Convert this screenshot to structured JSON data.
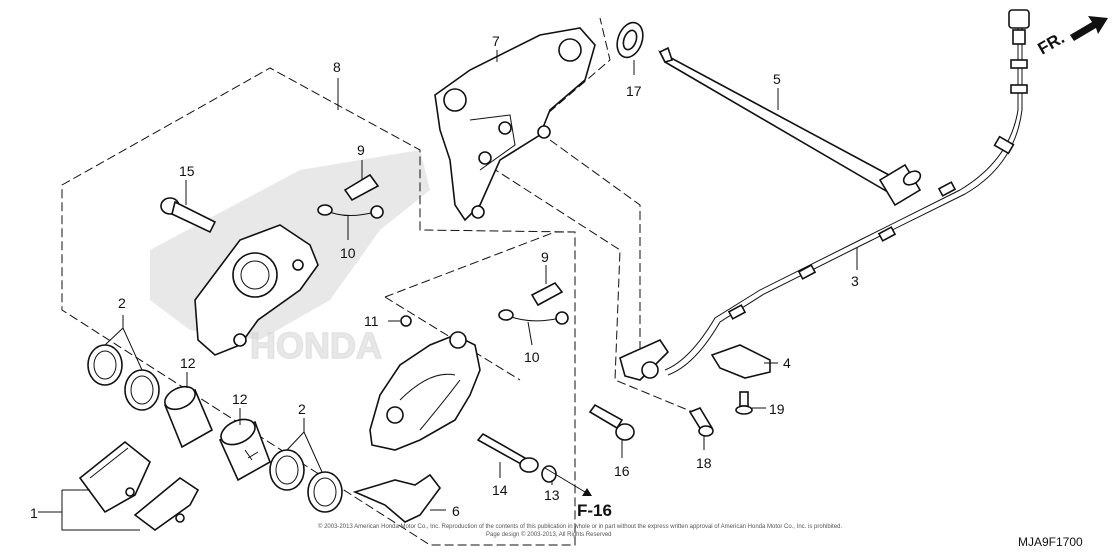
{
  "callouts": {
    "p1": "1",
    "p2a": "2",
    "p2b": "2",
    "p3": "3",
    "p4": "4",
    "p5": "5",
    "p6": "6",
    "p7": "7",
    "p8": "8",
    "p9a": "9",
    "p9b": "9",
    "p10a": "10",
    "p10b": "10",
    "p11": "11",
    "p12a": "12",
    "p12b": "12",
    "p13": "13",
    "p14": "14",
    "p15": "15",
    "p16": "16",
    "p17": "17",
    "p18": "18",
    "p19": "19"
  },
  "direction_label": "FR.",
  "section_ref": "F-16",
  "diagram_code": "MJA9F1700",
  "copyright_line1": "© 2003-2013 American Honda Motor Co., Inc. Reproduction of the contents of this publication in whole or in part without the express written approval of American Honda Motor Co., Inc. is prohibited.",
  "copyright_line2": "Page design © 2003-2013, All Rights Reserved",
  "watermark_text": "HONDA"
}
